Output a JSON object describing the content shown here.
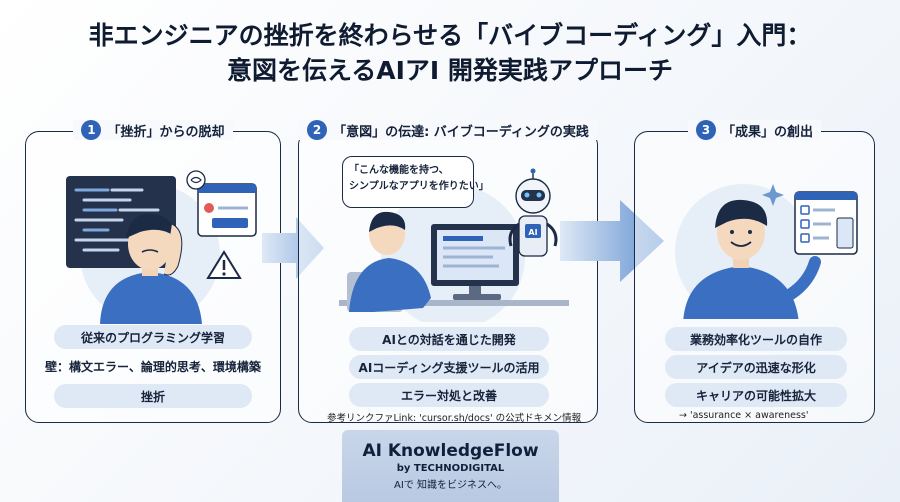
{
  "title": {
    "line1": "非エンジニアの挫折を終わらせる「バイブコーディング」入門：",
    "line2": "意図を伝えるAIアI 開発実践アプローチ"
  },
  "panels": [
    {
      "number": "1",
      "heading": "「挫折」からの脱却",
      "items": [
        "従来のプログラミング学習",
        "壁：構文エラー、論理的思考、環境構築",
        "挫折"
      ]
    },
    {
      "number": "2",
      "heading": "「意図」の伝達: バイブコーディングの実践",
      "speech": [
        "「こんな機能を持つ、",
        "シンプルなアプリを作りたい」"
      ],
      "items": [
        "AIとの対話を通じた開発",
        "AIコーディング支援ツールの活用",
        "エラー対処と改善"
      ],
      "note": "参考リンクファLink: 'cursor.sh/docs' の公式ドキメン情報"
    },
    {
      "number": "3",
      "heading": "「成果」の創出",
      "items": [
        "業務効率化ツールの自作",
        "アイデアの迅速な形化",
        "キャリアの可能性拡大"
      ],
      "note": "→ 'assurance × awareness'"
    }
  ],
  "robot_chip": "AI",
  "brand": {
    "name": "AI KnowledgeFlow",
    "by": "by TECHNODIGITAL",
    "tagline": "AIで 知識をビジネスへ。"
  },
  "colors": {
    "accent": "#2f63b8",
    "pill": "#dfe8f5",
    "outline": "#1b2a45",
    "arrow": "#9fbde3"
  }
}
